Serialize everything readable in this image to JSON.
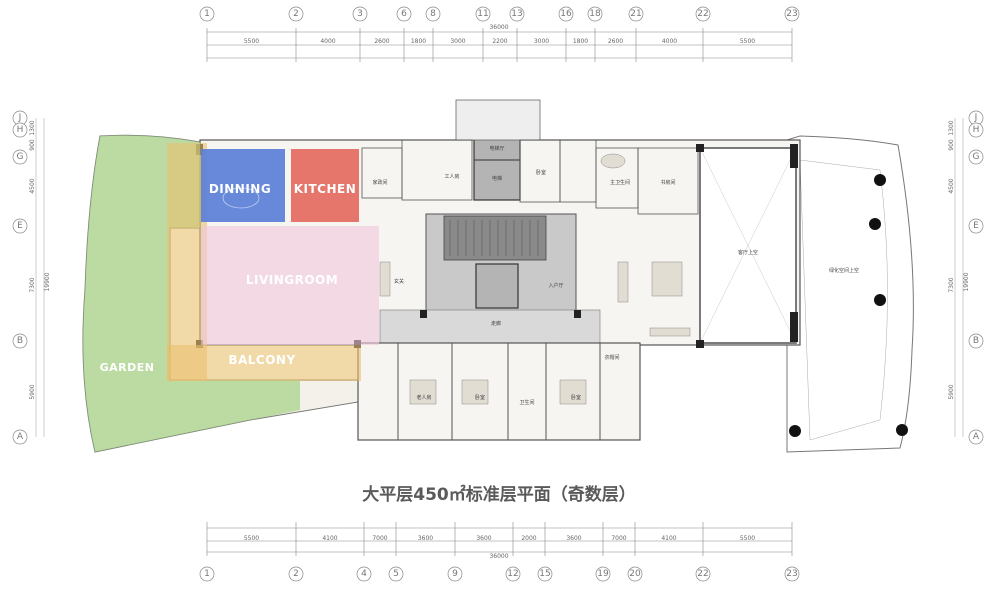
{
  "title": "大平层450㎡标准层平面（奇数层）",
  "axes": {
    "top": [
      "1",
      "2",
      "3",
      "6",
      "8",
      "11",
      "13",
      "16",
      "18",
      "21",
      "22",
      "23"
    ],
    "bottom": [
      "1",
      "2",
      "4",
      "5",
      "9",
      "12",
      "15",
      "19",
      "20",
      "22",
      "23"
    ],
    "rows": [
      "J",
      "H",
      "G",
      "E",
      "B",
      "A"
    ]
  },
  "dimensions": {
    "top": [
      "5500",
      "4000",
      "2600",
      "1800",
      "3000",
      "2200",
      "3000",
      "1800",
      "2600",
      "4000",
      "5500"
    ],
    "top_total": "36000",
    "bottom": [
      "5500",
      "4100",
      "7000",
      "3600",
      "3600",
      "2000",
      "3600",
      "7000",
      "4100",
      "5500"
    ],
    "bottom_total": "36000",
    "left": [
      "1300",
      "900",
      "4500",
      "7300",
      "5900"
    ],
    "left_total": "19900",
    "right": [
      "1300",
      "900",
      "4500",
      "7300",
      "5900"
    ],
    "right_total": "19900"
  },
  "zones": {
    "dining": "DINNING",
    "kitchen": "KITCHEN",
    "living": "LIVINGROOM",
    "balcony": "BALCONY",
    "garden": "GARDEN"
  },
  "zone_colors": {
    "dining": "#5b7fd8",
    "kitchen": "#e4695f",
    "living": "#eec7dc",
    "balcony": "#e9bf6e",
    "garden": "#9ccf7d"
  },
  "rooms": {
    "elevator_hall": "电梯厅",
    "lift": "电梯",
    "housekeeper": "家政间",
    "helper": "工人房",
    "bedroom": "卧室",
    "bathroom": "卫生间",
    "master_bath": "主卫生间",
    "study": "书房间",
    "cloak": "衣帽间",
    "foyer": "玄关",
    "entrance": "入户厅",
    "hall_void": "客厅上空",
    "landscape_void": "绿化空间上空",
    "elder": "老人房",
    "corridor": "走廊"
  }
}
